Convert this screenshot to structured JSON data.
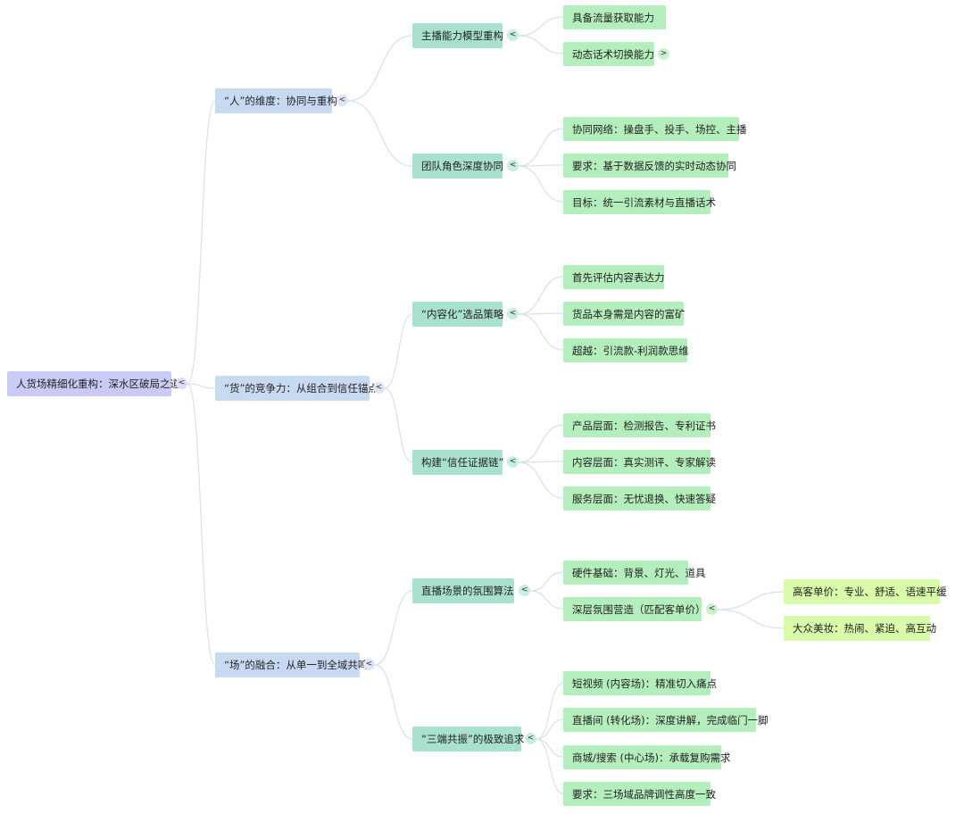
{
  "mindmap": {
    "root": "人货场精细化重构：深水区破局之道",
    "branches": [
      {
        "title": "“人”的维度：协同与重构",
        "topics": [
          {
            "title": "主播能力模型重构",
            "items": [
              "具备流量获取能力",
              "动态话术切换能力"
            ]
          },
          {
            "title": "团队角色深度协同",
            "items": [
              "协同网络：操盘手、投手、场控、主播",
              "要求：基于数据反馈的实时动态协同",
              "目标：统一引流素材与直播话术"
            ]
          }
        ]
      },
      {
        "title": "“货”的竞争力：从组合到信任锚点",
        "topics": [
          {
            "title": "“内容化”选品策略",
            "items": [
              "首先评估内容表达力",
              "货品本身需是内容的富矿",
              "超越：引流款-利润款思维"
            ]
          },
          {
            "title": "构建“信任证据链”",
            "items": [
              "产品层面：检测报告、专利证书",
              "内容层面：真实测评、专家解读",
              "服务层面：无忧退换、快速答疑"
            ]
          }
        ]
      },
      {
        "title": "“场”的融合：从单一到全域共鸣",
        "topics": [
          {
            "title": "直播场景的氛围算法",
            "items": [
              "硬件基础：背景、灯光、道具",
              "深层氛围营造（匹配客单价）"
            ],
            "sub_items": [
              "高客单价：专业、舒适、语速平缓",
              "大众美妆：热闹、紧迫、高互动"
            ]
          },
          {
            "title": "“三端共振”的极致追求",
            "items": [
              "短视频 (内容场)：精准切入痛点",
              "直播间 (转化场)：深度讲解，完成临门一脚",
              "商城/搜索 (中心场)：承载复购需求",
              "要求：三场域品牌调性高度一致"
            ]
          }
        ]
      }
    ],
    "collapse_glyph": "<",
    "expand_glyph": ">"
  }
}
